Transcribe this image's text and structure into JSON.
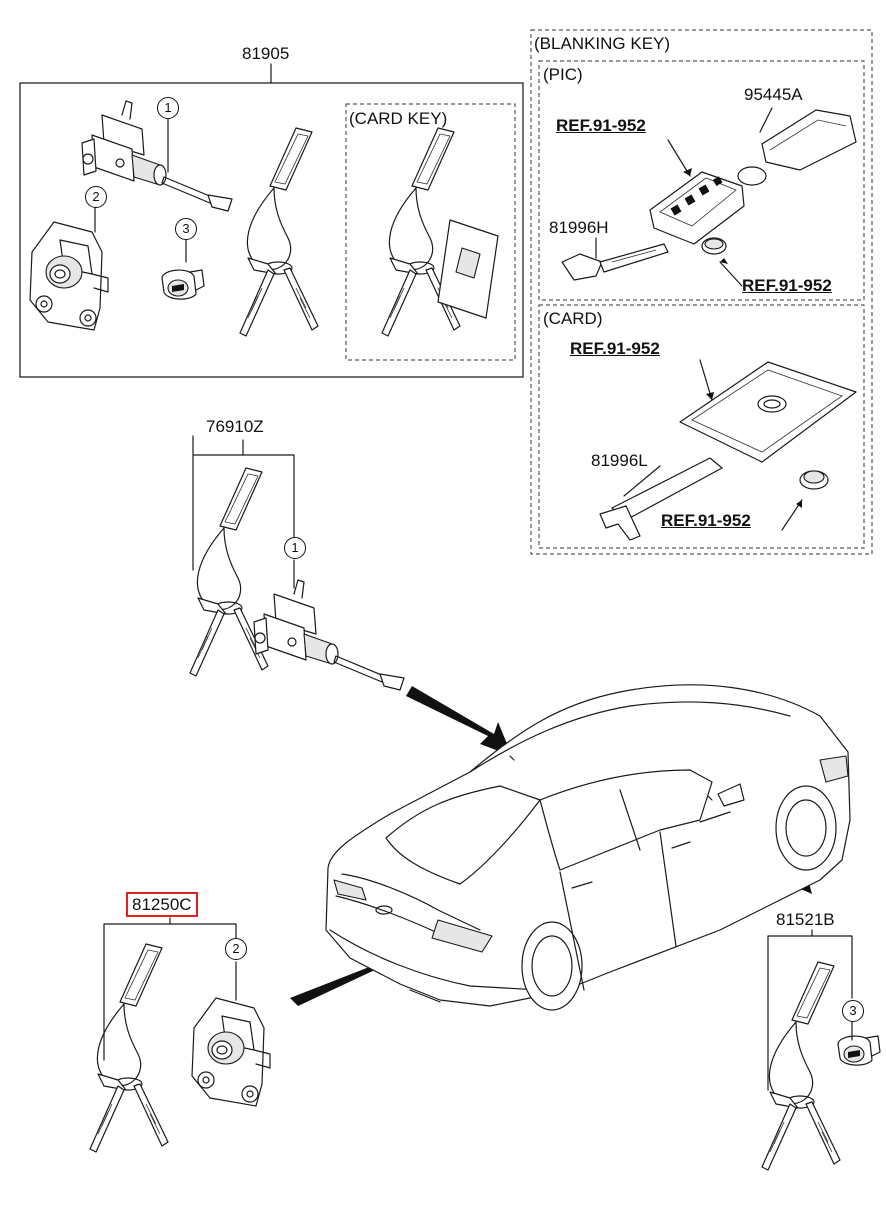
{
  "parts": {
    "p81905": "81905",
    "card_key": "(CARD KEY)",
    "blanking_key": "(BLANKING KEY)",
    "pic": "(PIC)",
    "p95445A": "95445A",
    "ref_pic_top": "REF.91-952",
    "p81996H": "81996H",
    "ref_pic_bottom": "REF.91-952",
    "card": "(CARD)",
    "ref_card_top": "REF.91-952",
    "p81996L": "81996L",
    "ref_card_bottom": "REF.91-952",
    "p76910Z": "76910Z",
    "p81250C": "81250C",
    "p81521B": "81521B"
  },
  "callouts": {
    "c1a": "1",
    "c2a": "2",
    "c3a": "3",
    "c1b": "1",
    "c2b": "2",
    "c3b": "3"
  },
  "colors": {
    "line": "#1a1a1a",
    "highlight": "#d22222",
    "background": "#ffffff"
  }
}
